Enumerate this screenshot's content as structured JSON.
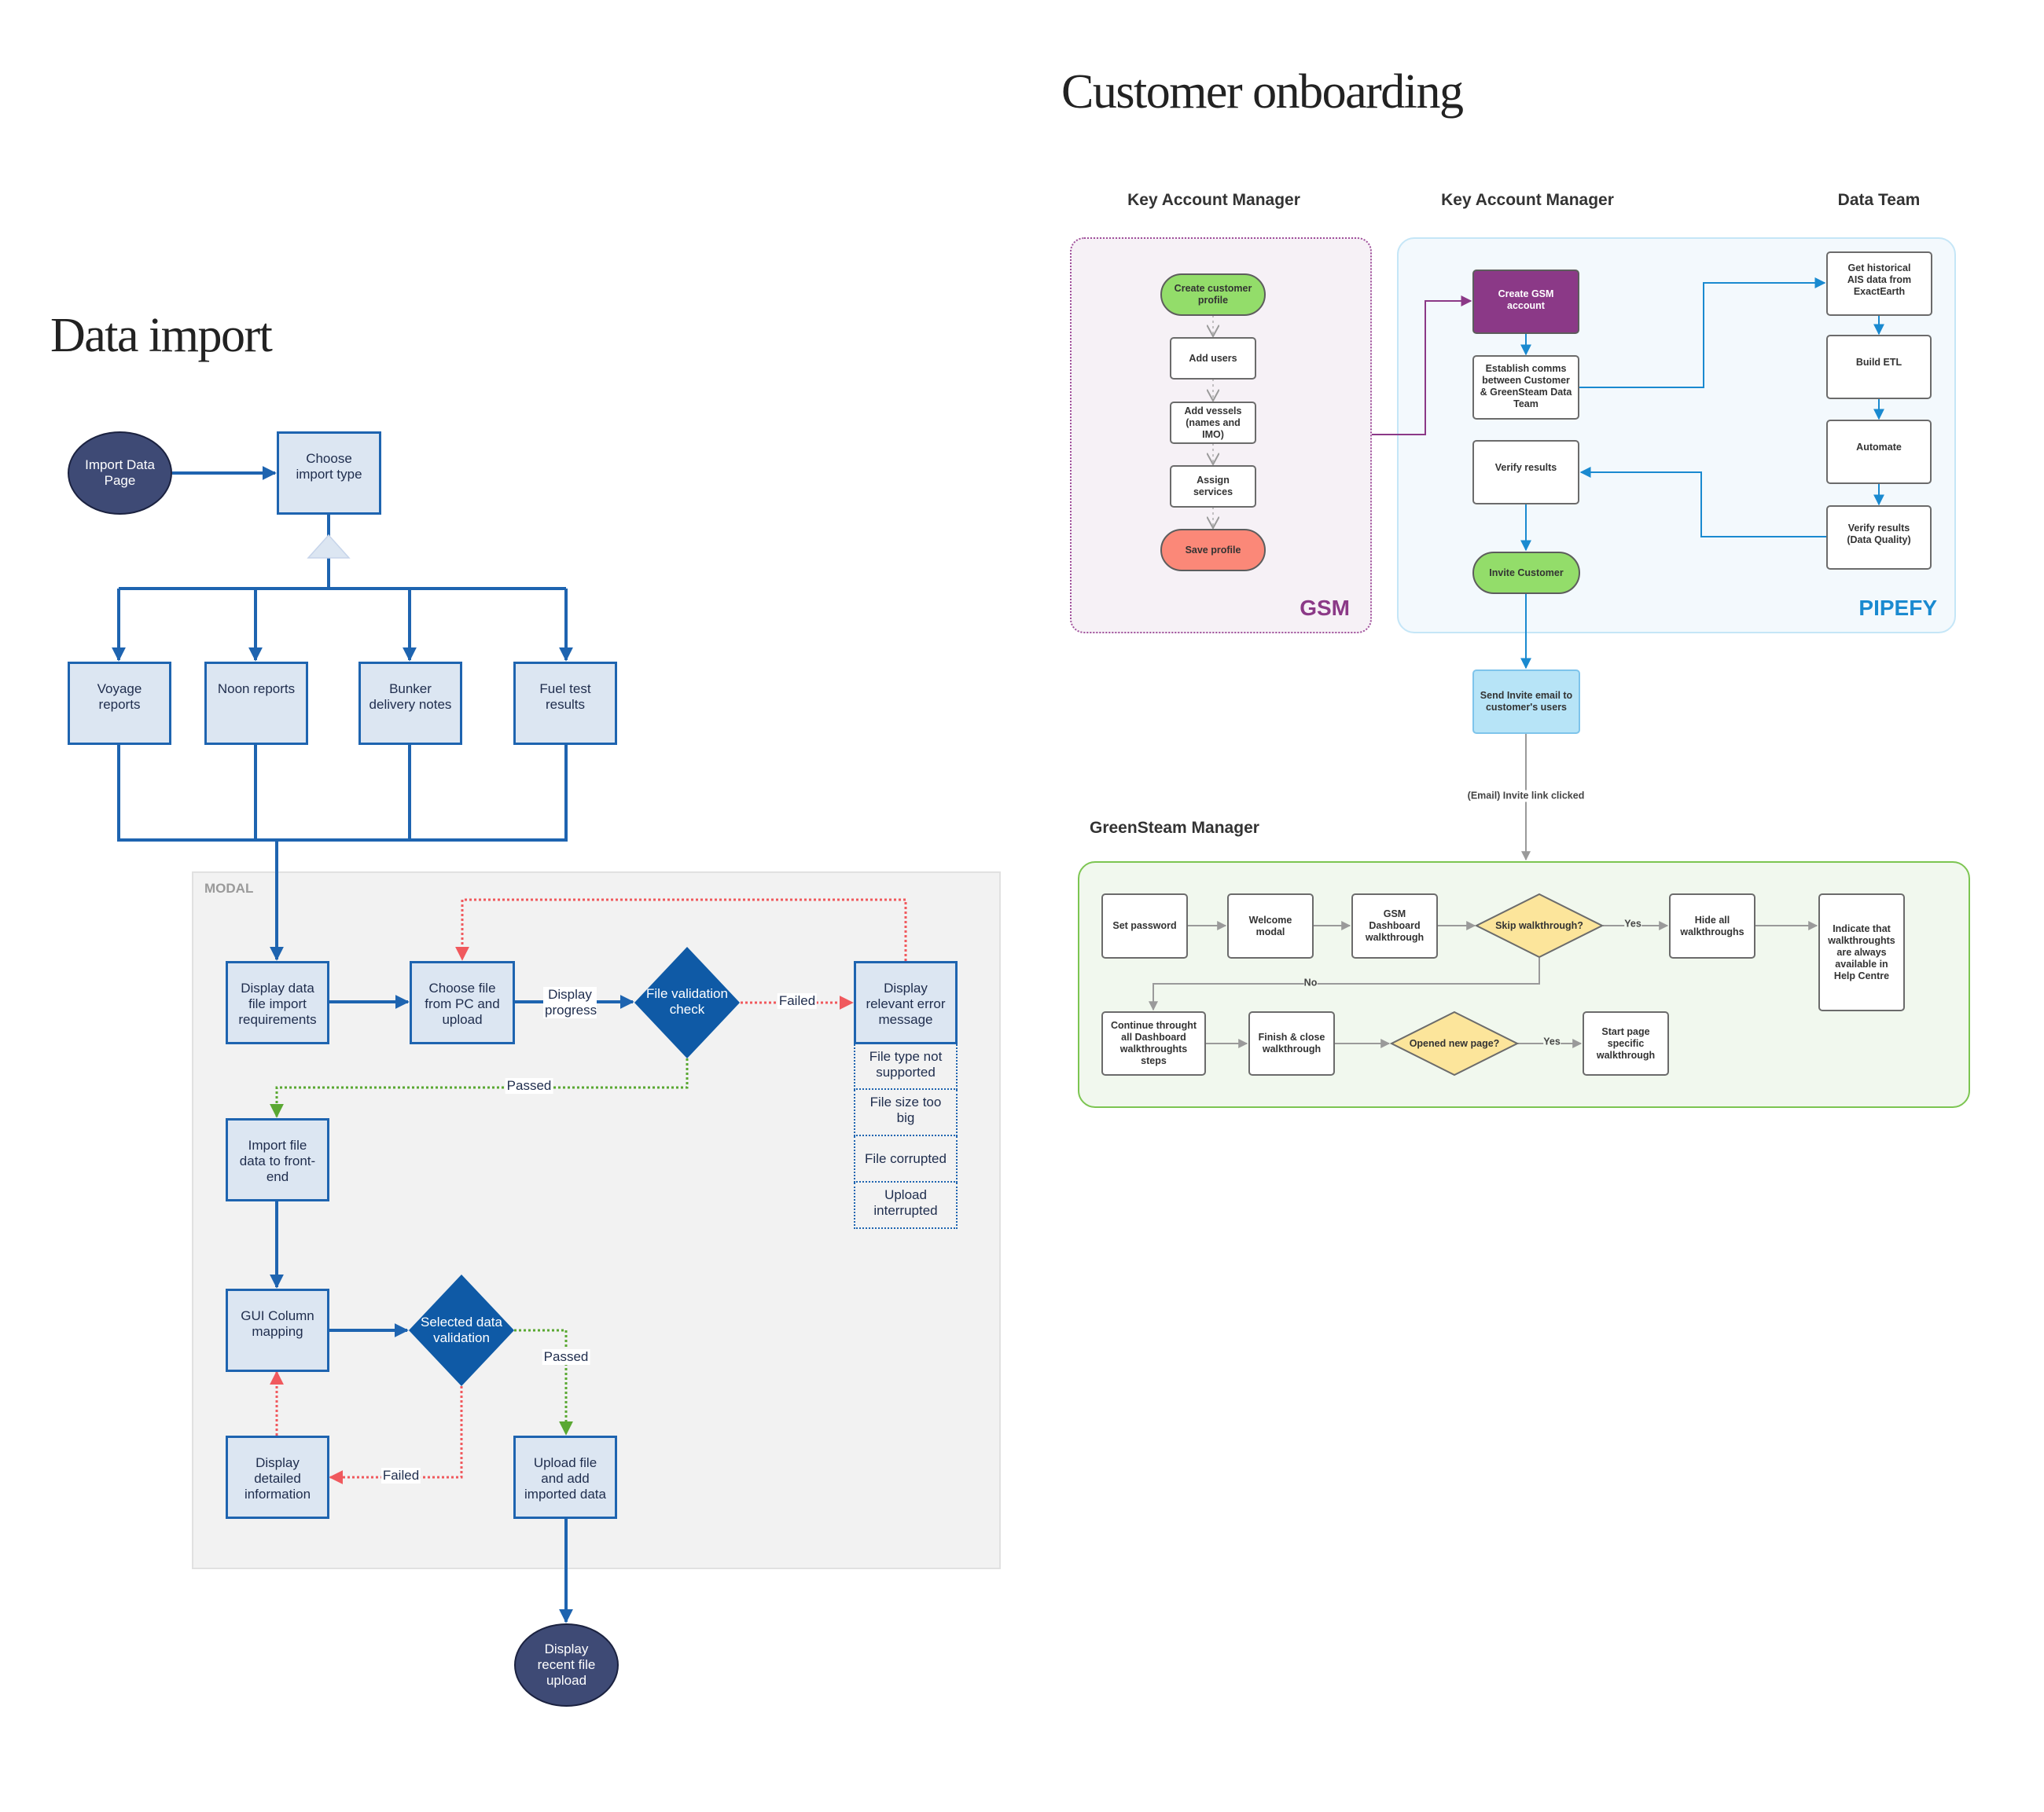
{
  "data_import": {
    "title": "Data import",
    "modal_label": "MODAL",
    "nodes": {
      "import_page": "Import Data Page",
      "choose_type": "Choose import type",
      "voyage": "Voyage reports",
      "noon": "Noon reports",
      "bunker": "Bunker delivery notes",
      "fuel": "Fuel test results",
      "display_reqs": "Display data file import requirements",
      "choose_file": "Choose file from PC and upload",
      "file_validation": "File validation check",
      "display_error": "Display relevant error message",
      "err_type": "File type not supported",
      "err_size": "File size too big",
      "err_corrupt": "File corrupted",
      "err_interrupt": "Upload interrupted",
      "import_front": "Import file data to front-end",
      "gui_mapping": "GUI Column mapping",
      "selected_validation": "Selected data validation",
      "display_detail": "Display detailed information",
      "upload_add": "Upload file and add imported data",
      "recent_upload": "Display recent file upload"
    },
    "edge_labels": {
      "display_progress": "Display progress",
      "failed_1": "Failed",
      "passed_1": "Passed",
      "passed_2": "Passed",
      "failed_2": "Failed"
    },
    "colors": {
      "primary_blue": "#1e64b0",
      "box_fill": "#dce6f2",
      "decision_fill": "#0f5aa6",
      "terminal_fill": "#3e4a75",
      "fail_red": "#f0595d",
      "pass_green": "#5aa832",
      "modal_bg": "#f2f2f2"
    }
  },
  "customer_onboarding": {
    "title": "Customer onboarding",
    "lanes": {
      "kam_1": "Key Account Manager",
      "kam_2": "Key Account Manager",
      "data_team": "Data Team",
      "greensteam_manager": "GreenSteam Manager"
    },
    "systems": {
      "gsm": "GSM",
      "pipefy": "PIPEFY"
    },
    "nodes": {
      "create_profile": "Create customer profile",
      "add_users": "Add users",
      "add_vessels": "Add vessels (names and IMO)",
      "assign_services": "Assign services",
      "save_profile": "Save profile",
      "create_gsm_account": "Create GSM account",
      "establish_comms": "Establish comms between Customer & GreenSteam Data Team",
      "verify_results": "Verify results",
      "invite_customer": "Invite Customer",
      "get_historical": "Get historical AIS data from ExactEarth",
      "build_etl": "Build ETL",
      "automate": "Automate",
      "verify_dq": "Verify results (Data Quality)",
      "send_invite": "Send Invite email to customer's users",
      "set_password": "Set password",
      "welcome_modal": "Welcome modal",
      "gsm_dashboard": "GSM Dashboard walkthrough",
      "skip_walkthrough": "Skip walkthrough?",
      "hide_all": "Hide all walkthroughs",
      "indicate_help": "Indicate that walkthroughts are always available in Help Centre",
      "continue_steps": "Continue throught all Dashboard walkthroughts steps",
      "finish_close": "Finish & close walkthrough",
      "opened_new_page": "Opened new page?",
      "start_page_walkthrough": "Start page specific walkthrough"
    },
    "edge_labels": {
      "invite_link_clicked": "(Email) Invite link clicked",
      "skip_yes": "Yes",
      "skip_no": "No",
      "opened_yes": "Yes"
    },
    "colors": {
      "gsm_purple": "#8b3987",
      "pipefy_blue": "#1a8ad0",
      "start_green": "#93dd6a",
      "end_red": "#fb8878",
      "decision_yellow": "#fce59b",
      "lane_green_border": "#7cc551"
    }
  }
}
